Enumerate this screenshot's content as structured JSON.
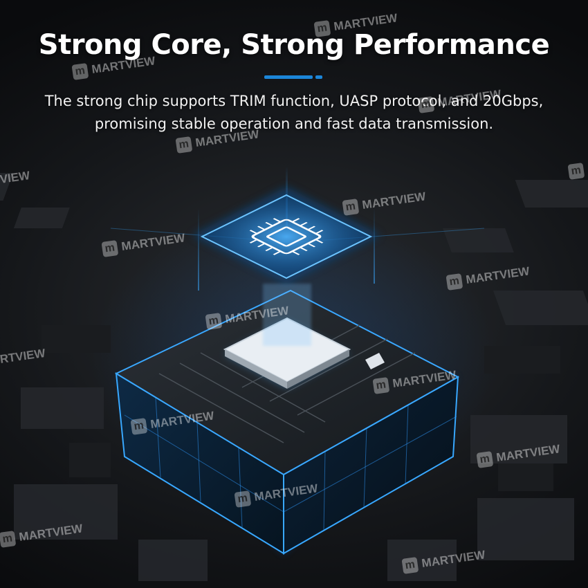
{
  "headline": "Strong Core, Strong Performance",
  "subtitle_line1": "The strong chip supports TRIM function, UASP protocol, and 20Gbps,",
  "subtitle_line2": "promising stable operation and fast data transmission.",
  "watermark_text": "MARTVIEW",
  "watermark_logo_letter": "m",
  "watermark_partial_left": "RTVIEW",
  "watermark_partial_right": "VIEW",
  "colors": {
    "accent": "#1c86d8",
    "glow": "#2aa2ff",
    "headline": "#ffffff",
    "background": "#15171a"
  },
  "icons": {
    "chip": "microchip-icon",
    "watermark_logo": "martview-logo-icon"
  }
}
